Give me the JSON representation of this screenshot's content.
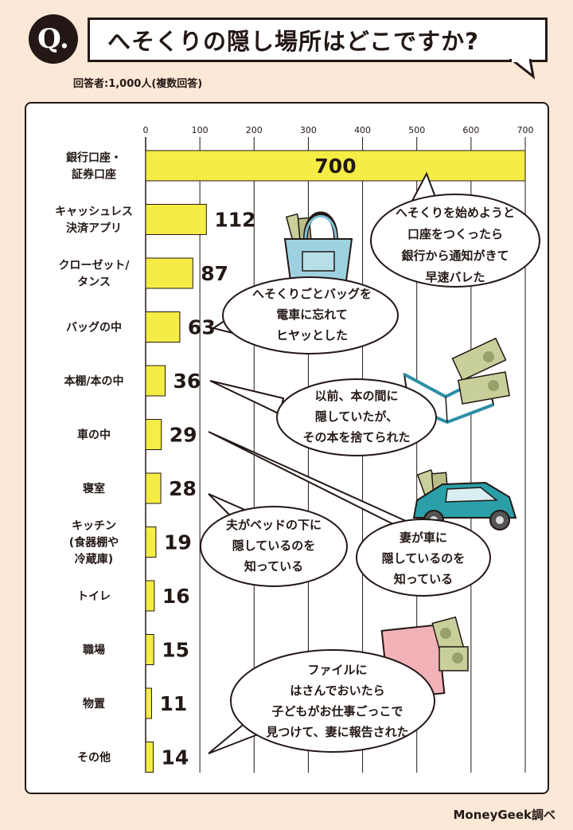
{
  "title": "へそくりの隠し場所はどこですか?",
  "badge": "Q.",
  "respondents": "回答者:1,000人(複数回答)",
  "source": "MoneyGeek調べ",
  "colors": {
    "bar": "#f5ec45",
    "background": "#fbe8d6",
    "ink": "#231815"
  },
  "chart_data": {
    "type": "bar",
    "orientation": "horizontal",
    "xlim": [
      0,
      700
    ],
    "ticks": [
      0,
      100,
      200,
      300,
      400,
      500,
      600,
      700
    ],
    "grid": true,
    "categories": [
      [
        "銀行口座・",
        "証券口座"
      ],
      [
        "キャッシュレス",
        "決済アプリ"
      ],
      [
        "クローゼット/",
        "タンス"
      ],
      [
        "バッグの中"
      ],
      [
        "本棚/本の中"
      ],
      [
        "車の中"
      ],
      [
        "寝室"
      ],
      [
        "キッチン",
        "(食器棚や",
        "冷蔵庫)"
      ],
      [
        "トイレ"
      ],
      [
        "職場"
      ],
      [
        "物置"
      ],
      [
        "その他"
      ]
    ],
    "values": [
      700,
      112,
      87,
      63,
      36,
      29,
      28,
      19,
      16,
      15,
      11,
      14
    ],
    "value_labels": [
      "700",
      "112",
      "87",
      "63",
      "36",
      "29",
      "28",
      "19",
      "16",
      "15",
      "11",
      "14"
    ]
  },
  "comments": [
    {
      "lines": [
        "へそくりを始めようと",
        "口座をつくったら",
        "銀行から通知がきて",
        "早速バレた"
      ]
    },
    {
      "lines": [
        "へそくりごとバッグを",
        "電車に忘れて",
        "ヒヤッとした"
      ]
    },
    {
      "lines": [
        "以前、本の間に",
        "隠していたが、",
        "その本を捨てられた"
      ]
    },
    {
      "lines": [
        "夫がベッドの下に",
        "隠しているのを",
        "知っている"
      ]
    },
    {
      "lines": [
        "妻が車に",
        "隠しているのを",
        "知っている"
      ]
    },
    {
      "lines": [
        "ファイルに",
        "はさんでおいたら",
        "子どもがお仕事ごっこで",
        "見つけて、妻に報告された"
      ]
    }
  ],
  "illustrations": [
    "tote-bag-icon",
    "open-book-icon",
    "car-icon",
    "clear-file-icon",
    "banknote-icon"
  ]
}
